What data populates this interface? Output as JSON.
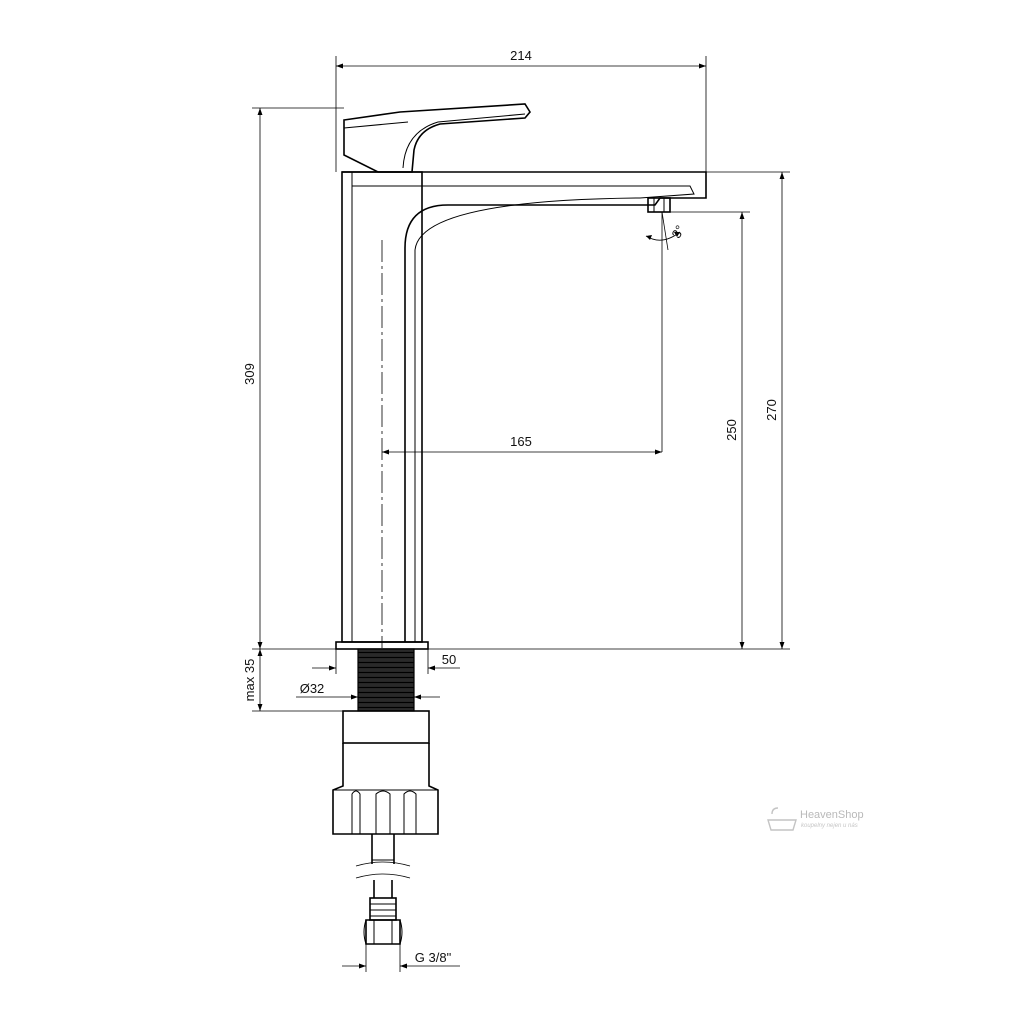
{
  "dimensions": {
    "total_length": "214",
    "total_height": "309",
    "spout_height": "270",
    "outlet_height": "250",
    "spout_reach": "165",
    "aerator_angle": "3°",
    "max_thickness": "max 35",
    "shank_length": "50",
    "shank_diameter": "Ø32",
    "connection_thread": "G 3/8\""
  },
  "watermark": {
    "brand": "HeavenShop",
    "tagline": "koupelny nejen u nás"
  },
  "colors": {
    "line": "#000000",
    "watermark": "#b9b9b9",
    "thread": "#1a1a1a"
  }
}
